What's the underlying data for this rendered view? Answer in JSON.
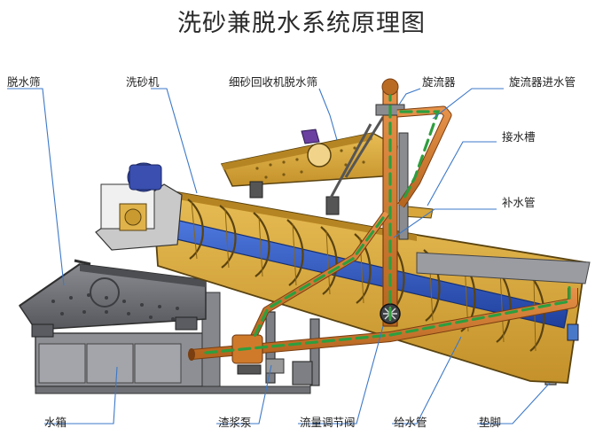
{
  "title": "洗砂兼脱水系统原理图",
  "labels": {
    "dewatering_screen": "脱水筛",
    "sand_washer": "洗砂机",
    "fine_sand_recovery": "细砂回收机脱水筛",
    "hydrocyclone": "旋流器",
    "hydrocyclone_inlet_pipe": "旋流器进水管",
    "water_trough": "接水槽",
    "makeup_pipe": "补水管",
    "water_tank": "水箱",
    "slurry_pump": "渣浆泵",
    "flow_valve": "流量调节阀",
    "supply_pipe": "给水管",
    "foot_pad": "垫脚"
  },
  "colors": {
    "machine_body": "#d9a93c",
    "screw": "#2f57c8",
    "pipe": "#cf7a2a",
    "flow_arrow": "#2e9e3e",
    "screen_gray": "#6d6f74",
    "leader_line": "#3c78c8"
  }
}
